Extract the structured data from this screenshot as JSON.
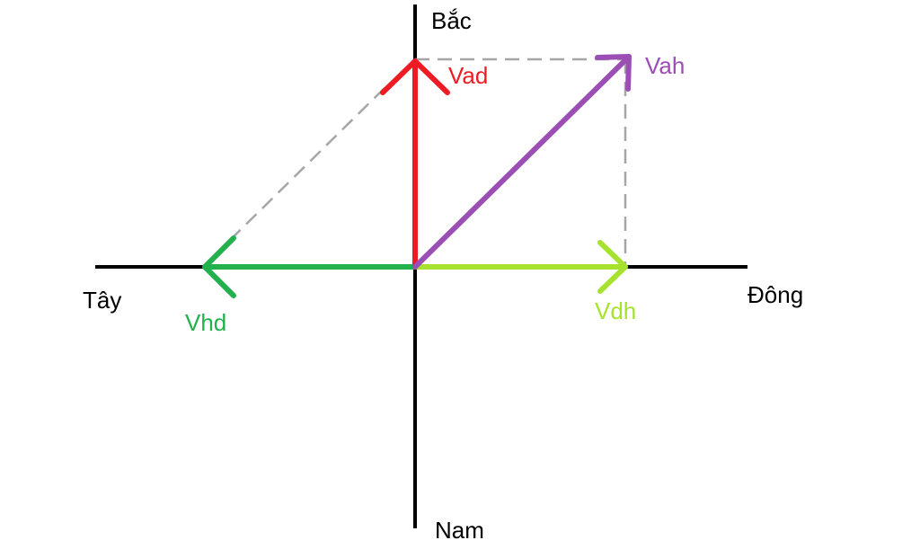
{
  "directions": {
    "north": "Bắc",
    "south": "Nam",
    "east": "Đông",
    "west": "Tây"
  },
  "vectors": {
    "vad": {
      "label": "Vad",
      "color": "#ed1c24"
    },
    "vah": {
      "label": "Vah",
      "color": "#9b4fb5"
    },
    "vdh": {
      "label": "Vdh",
      "color": "#a6e22e"
    },
    "vhd": {
      "label": "Vhd",
      "color": "#22b14c"
    }
  },
  "colors": {
    "axis": "#000000",
    "dashed": "#a6a6a6"
  }
}
